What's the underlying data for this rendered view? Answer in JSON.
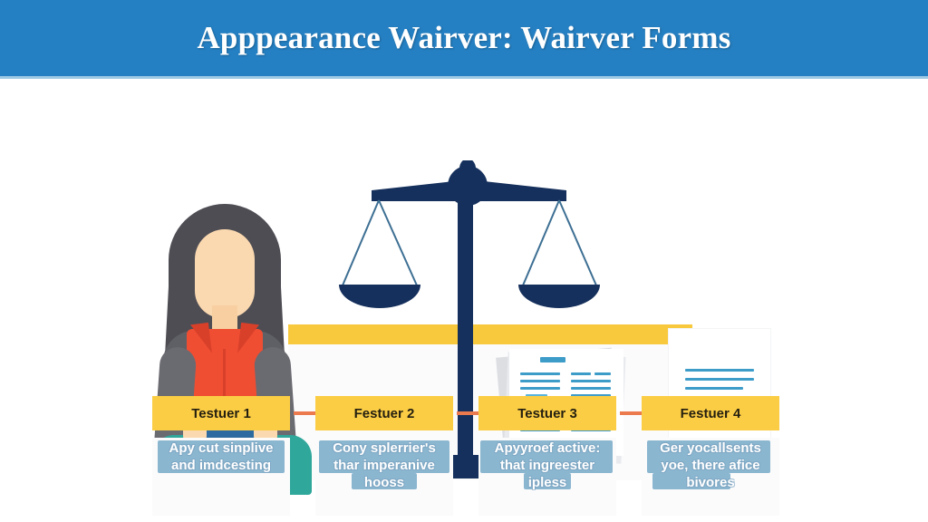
{
  "header": {
    "title": "Apppearance Wairver: Wairver Forms",
    "background_color": "#2580c3",
    "title_color": "#ffffff"
  },
  "colors": {
    "accent_yellow": "#fbcd44",
    "band_yellow": "#f8c93d",
    "arrow_orange": "#ec7a4f",
    "navy": "#15305c",
    "doc_line_blue": "#3e9cc9",
    "caption_highlight": "#7bacc9",
    "blouse_red": "#f04e32",
    "skirt_teal": "#2fa79b",
    "jacket_gray": "#5f5f66",
    "hair_dark": "#4e4d54",
    "skin": "#fbd9b0",
    "tablet_blue": "#2d6a9f",
    "canvas_white": "#ffffff"
  },
  "illustration": {
    "person": {
      "name": "seated-woman-with-tablet",
      "hair": "long-dark-hair",
      "top": "red-sleeveless-blouse",
      "jacket": "gray-jacket",
      "bottom": "teal-skirt",
      "holding": "blue-tablet"
    },
    "scale": {
      "name": "scales-of-justice",
      "color": "#15305c",
      "pans": 2,
      "balanced": true
    },
    "documents": [
      {
        "name": "stacked-waiver-forms",
        "sheets": 3,
        "columns": 2
      },
      {
        "name": "single-waiver-form",
        "sheets": 1,
        "columns": 1
      }
    ],
    "desk_band": {
      "name": "yellow-desk-band",
      "color": "#f8c93d"
    }
  },
  "steps": [
    {
      "label": "Testuer 1",
      "caption_lines": [
        "Apy cut sinplive",
        "and imdcesting"
      ]
    },
    {
      "label": "Festuer 2",
      "caption_lines": [
        "Cony splerrier's",
        "thar imperanive",
        "hooss"
      ]
    },
    {
      "label": "Testuer 3",
      "caption_lines": [
        "Apyyroef active:",
        "that ingreester",
        "ipless"
      ]
    },
    {
      "label": "Festuer 4",
      "caption_lines": [
        "Ger yocallsents",
        "yoe, there afice",
        "bivores"
      ]
    }
  ],
  "arrows": {
    "count": 3,
    "direction": "right",
    "color": "#ec7a4f"
  }
}
